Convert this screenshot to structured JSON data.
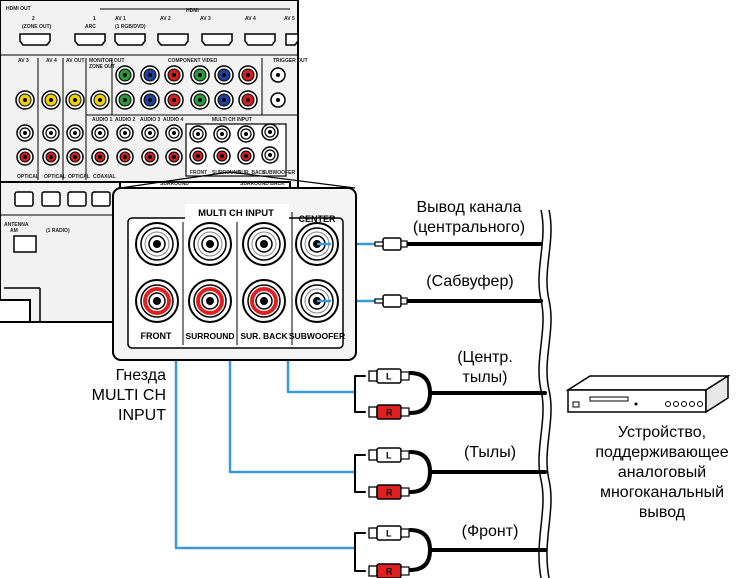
{
  "colors": {
    "cable_blue": "#3a9ad9",
    "plug_red": "#e02020",
    "ring_red": "#e02020",
    "panel_fill": "#f4f4f4"
  },
  "receiver": {
    "hdmi_label": "HDMI",
    "hdmi_out_label": "HDMI OUT",
    "zone_out": "(ZONE OUT)",
    "hdmi_ports": [
      "2",
      "1",
      "AV 1",
      "AV 2",
      "AV 3",
      "AV 4",
      "AV 5"
    ],
    "hdmi_sublabels": [
      "(ZONE OUT)",
      "ARC",
      "(1 RGB/DVD)"
    ],
    "av_labels": [
      "AV 3",
      "AV 4",
      "AV OUT",
      "MONITOR OUT",
      "ZONE OUT"
    ],
    "component_label": "COMPONENT VIDEO",
    "trigger_label": "TRIGGER OUT",
    "audio_labels": [
      "AUDIO 1",
      "AUDIO 2",
      "AUDIO 3",
      "AUDIO 4"
    ],
    "multi_label_small": "MULTI CH INPUT",
    "small_port_labels": [
      "FRONT",
      "SURROUND",
      "SUR. BACK",
      "SUBWOOFER"
    ],
    "surround_label": "SURROUND",
    "surround_back_label": "SURROUND BACK",
    "optical_labels": [
      "OPTICAL",
      "OPTICAL",
      "OPTICAL",
      "COAXIAL"
    ],
    "antenna_label": "ANTENNA",
    "am_label": "AM",
    "radio_label": "(1 RADIO)"
  },
  "panel": {
    "title": "MULTI CH INPUT",
    "center": "CENTER",
    "front": "FRONT",
    "surround": "SURROUND",
    "sur_back": "SUR. BACK",
    "subwoofer": "SUBWOOFER"
  },
  "plugs": {
    "left": "L",
    "right": "R"
  },
  "labels": {
    "center_line1": "Вывод канала",
    "center_line2": "(центрального)",
    "subwoofer": "(Сабвуфер)",
    "surround_back_line1": "(Центр.",
    "surround_back_line2": "тылы)",
    "surround": "(Тылы)",
    "front": "(Фронт)",
    "jacks_line1": "Гнезда",
    "jacks_line2": "MULTI CH",
    "jacks_line3": "INPUT",
    "device_line1": "Устройство,",
    "device_line2": "поддерживающее",
    "device_line3": "аналоговый",
    "device_line4": "многоканальный",
    "device_line5": "вывод"
  }
}
